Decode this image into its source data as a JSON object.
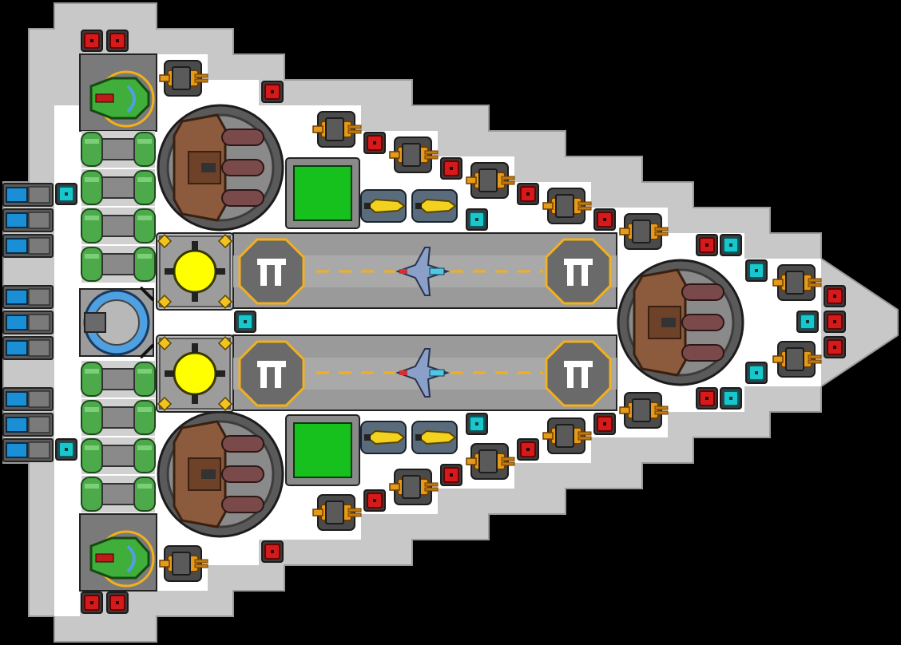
{
  "ship": {
    "hull_color": "#c8c8c8",
    "deck_color": "#ffffff",
    "space_color": "#000000"
  },
  "colors": {
    "armor_red": "#d41a1a",
    "shield_cyan": "#19c6cc",
    "fuel_green": "#4caa4a",
    "reactor_yellow": "#ffff00",
    "pad_green": "#16c11e",
    "gun_orange": "#e69a1a",
    "hull_brown": "#8c5a3c",
    "runway_stripe": "#f2b01e"
  },
  "icons": {
    "red_block": "armor-block-icon",
    "cyan_block": "shield-node-icon",
    "gun": "cannon-turret-icon",
    "big_turret": "triple-barrel-turret-icon",
    "reactor": "reactor-core-icon",
    "fighter": "fighter-craft-icon",
    "landing_pad": "landing-pad-icon",
    "thruster": "thruster-icon",
    "bridge": "bridge-icon",
    "missile": "missile-launcher-icon"
  },
  "hangars": [
    {
      "id": "upper",
      "pad_marks": [
        "landing-pad-left",
        "landing-pad-right"
      ]
    },
    {
      "id": "lower",
      "pad_marks": [
        "landing-pad-left",
        "landing-pad-right"
      ]
    }
  ]
}
